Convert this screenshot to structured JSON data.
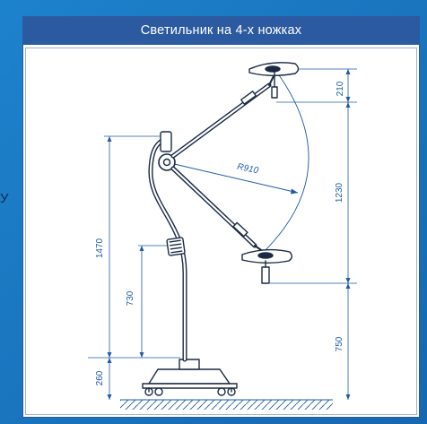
{
  "title": "Светильник на 4-х ножках",
  "side_mark": "У",
  "dimensions": {
    "head_height": "210",
    "arm_span": "1230",
    "floor_to_head": "750",
    "total_height": "1470",
    "handle_height": "730",
    "base_height": "260",
    "arm_radius": "R910"
  },
  "colors": {
    "background": "#1a76bf",
    "header": "#2c5aa0",
    "dimension_lines": "#1f5aa6",
    "lamp_outline": "#1b2a44"
  }
}
